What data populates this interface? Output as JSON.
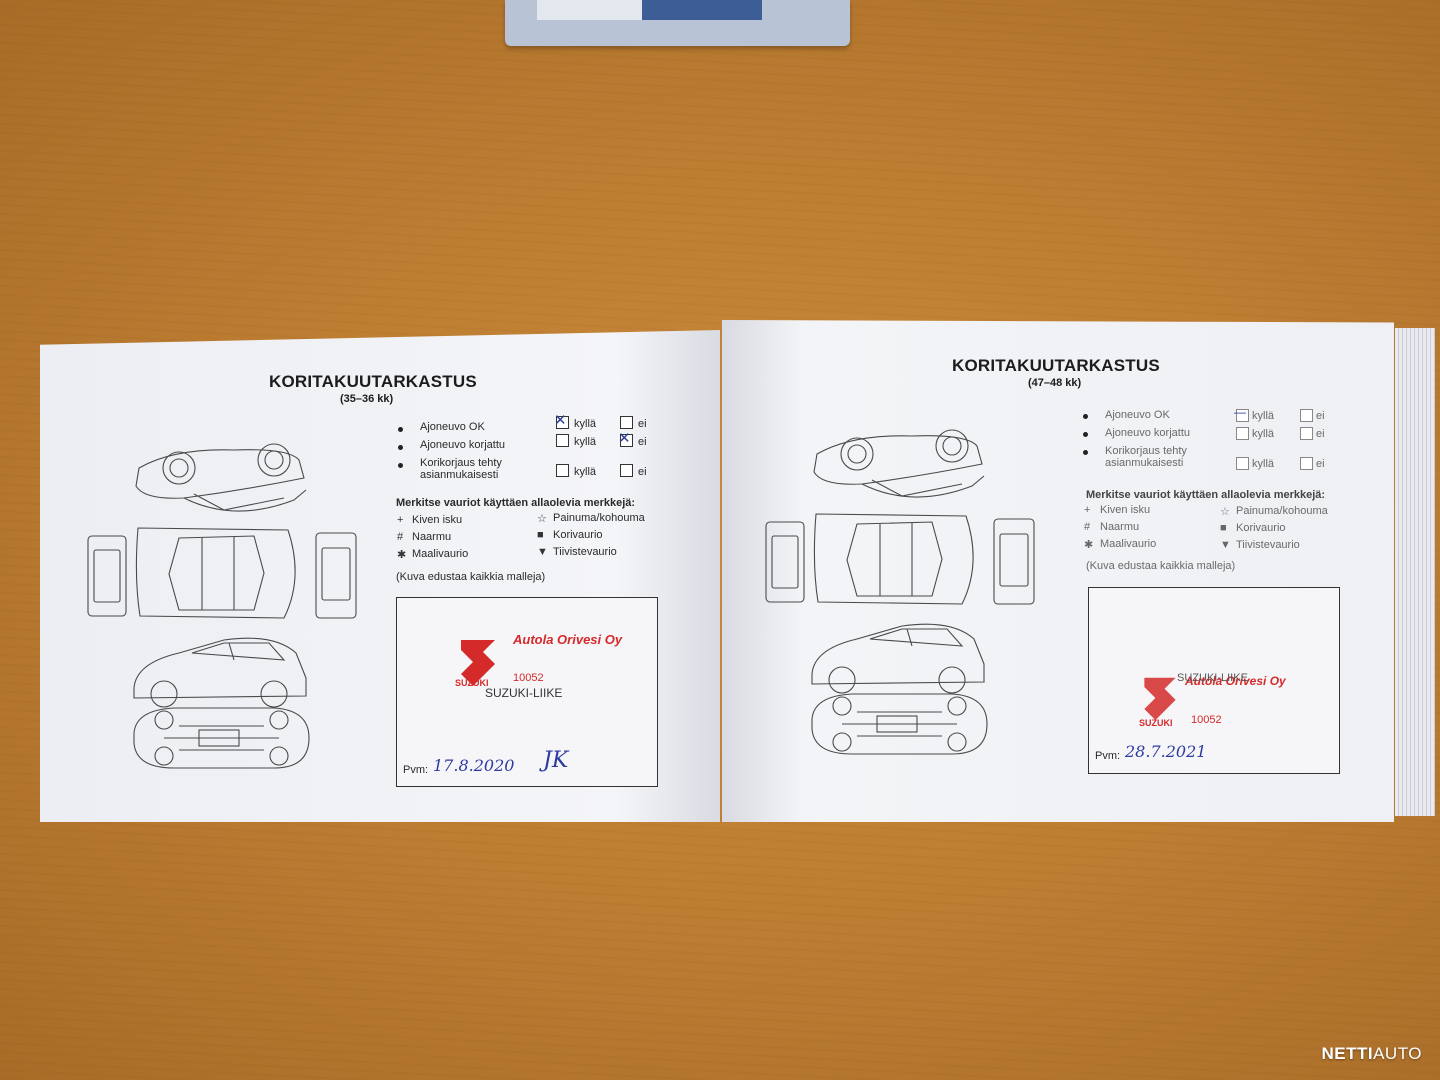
{
  "watermark": {
    "brand_bold": "NETTI",
    "brand_light": "AUTO"
  },
  "left_page": {
    "title": "KORITAKUUTARKASTUS",
    "subtitle": "(35–36 kk)",
    "rows": [
      {
        "label": "Ajoneuvo OK",
        "yes": "kyllä",
        "no": "ei",
        "checked": "yes"
      },
      {
        "label": "Ajoneuvo korjattu",
        "yes": "kyllä",
        "no": "ei",
        "checked": "no"
      },
      {
        "label_line1": "Korikorjaus tehty",
        "label_line2": "asianmukaisesti",
        "yes": "kyllä",
        "no": "ei",
        "checked": "none"
      }
    ],
    "marks_heading": "Merkitse vauriot käyttäen allaolevia merkkejä:",
    "marks": [
      {
        "symbol": "+",
        "label": "Kiven isku"
      },
      {
        "symbol": "☆",
        "label": "Painuma/kohouma"
      },
      {
        "symbol": "#",
        "label": "Naarmu"
      },
      {
        "symbol": "■",
        "label": "Korivaurio"
      },
      {
        "symbol": "✱",
        "label": "Maalivaurio"
      },
      {
        "symbol": "▼",
        "label": "Tiivistevaurio"
      }
    ],
    "note": "(Kuva edustaa kaikkia malleja)",
    "stamp": {
      "dealer": "Autola Orivesi Oy",
      "brand": "SUZUKI",
      "number": "10052",
      "type": "SUZUKI-LIIKE"
    },
    "date_label": "Pvm:",
    "date_value": "17.8.2020",
    "signature": "JK"
  },
  "right_page": {
    "title": "KORITAKUUTARKASTUS",
    "subtitle": "(47–48 kk)",
    "rows": [
      {
        "label": "Ajoneuvo OK",
        "yes": "kyllä",
        "no": "ei",
        "checked": "yes"
      },
      {
        "label": "Ajoneuvo korjattu",
        "yes": "kyllä",
        "no": "ei",
        "checked": "none"
      },
      {
        "label_line1": "Korikorjaus tehty",
        "label_line2": "asianmukaisesti",
        "yes": "kyllä",
        "no": "ei",
        "checked": "none"
      }
    ],
    "marks_heading": "Merkitse vauriot käyttäen allaolevia merkkejä:",
    "marks": [
      {
        "symbol": "+",
        "label": "Kiven isku"
      },
      {
        "symbol": "☆",
        "label": "Painuma/kohouma"
      },
      {
        "symbol": "#",
        "label": "Naarmu"
      },
      {
        "symbol": "■",
        "label": "Korivaurio"
      },
      {
        "symbol": "✱",
        "label": "Maalivaurio"
      },
      {
        "symbol": "▼",
        "label": "Tiivistevaurio"
      }
    ],
    "note": "(Kuva edustaa kaikkia malleja)",
    "stamp": {
      "dealer": "Autola Orivesi Oy",
      "brand": "SUZUKI",
      "number": "10052",
      "type": "SUZUKI-LIIKE"
    },
    "date_label": "Pvm:",
    "date_value": "28.7.2021"
  },
  "colors": {
    "stamp_red": "#d42a2a",
    "ink_blue": "#2d3aa0",
    "table_wood": "#c0823a",
    "book_blue": "#3d5d97"
  }
}
